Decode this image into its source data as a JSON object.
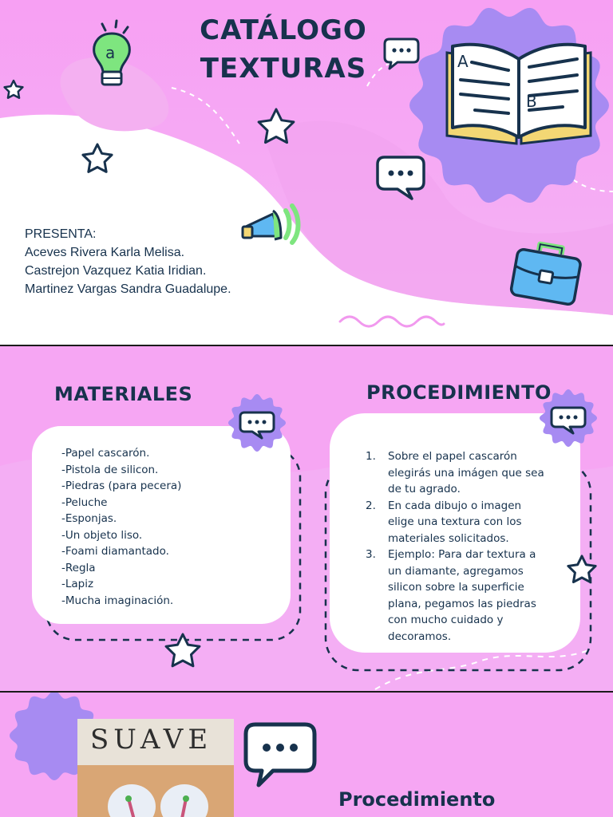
{
  "slide1": {
    "title_line1": "CATÁLOGO",
    "title_line2": "TEXTURAS",
    "presenta_label": "PRESENTA:",
    "authors": [
      "Aceves Rivera Karla Melisa.",
      "Castrejon Vazquez Katia Iridian.",
      "Martinez Vargas Sandra Guadalupe."
    ],
    "bulb_letter": "a",
    "book_letters": [
      "A",
      "B"
    ]
  },
  "slide2": {
    "materiales_heading": "MATERIALES",
    "materiales_items": [
      "-Papel cascarón.",
      "-Pistola de silicon.",
      "-Piedras (para pecera)",
      "-Peluche",
      "-Esponjas.",
      "-Un objeto liso.",
      "-Foami diamantado.",
      "-Regla",
      "-Lapiz",
      "-Mucha imaginación."
    ],
    "procedimiento_heading": "PROCEDIMIENTO",
    "procedimiento_steps": [
      {
        "num": "1.",
        "lines": [
          "Sobre el papel cascarón",
          "elegirás una imágen que sea",
          "de tu agrado."
        ]
      },
      {
        "num": "2.",
        "lines": [
          "En cada dibujo o imagen",
          "elige una textura con los",
          "materiales solicitados."
        ]
      },
      {
        "num": "3.",
        "lines": [
          "Ejemplo: Para dar textura a",
          "un diamante, agregamos",
          "silicon sobre la superficie",
          "plana, pegamos las piedras",
          "con mucho cuidado y",
          "decoramos."
        ]
      }
    ]
  },
  "slide3": {
    "photo_word": "SUAVE",
    "procedimiento_label": "Procedimiento"
  },
  "colors": {
    "pink": "#f6a6f3",
    "purple": "#a78bf2",
    "navy": "#17324d",
    "green": "#7ee57f",
    "blue": "#5fb8f2",
    "yellow": "#f3d774"
  }
}
